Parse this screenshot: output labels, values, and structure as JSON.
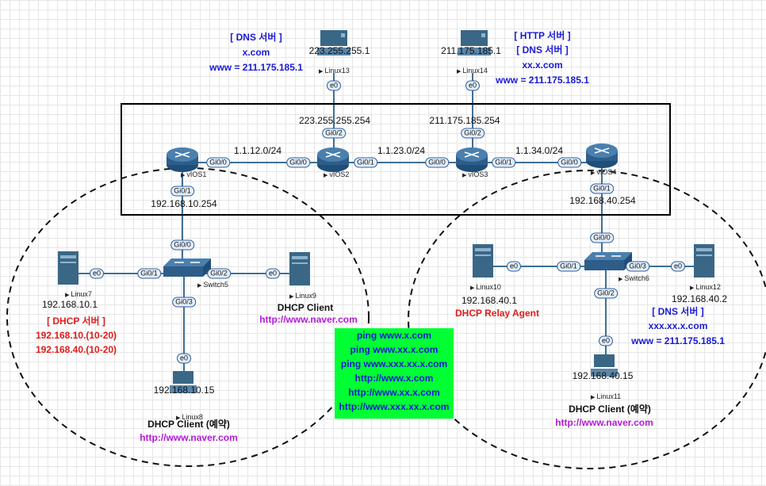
{
  "devices": {
    "vios1": "vIOS1",
    "vios2": "vIOS2",
    "vios3": "vIOS3",
    "vios4": "vIOS4",
    "switch5": "Switch5",
    "switch6": "Switch6",
    "linux7": "Linux7",
    "linux8": "Linux8",
    "linux9": "Linux9",
    "linux10": "Linux10",
    "linux11": "Linux11",
    "linux12": "Linux12",
    "linux13": "Linux13",
    "linux14": "Linux14"
  },
  "networks": {
    "net12": "1.1.12.0/24",
    "net23": "1.1.23.0/24",
    "net34": "1.1.34.0/24"
  },
  "ips": {
    "linux13": "223.255.255.1",
    "vios2_up": "223.255.255.254",
    "linux14": "211.175.185.1",
    "vios3_up": "211.175.185.254",
    "vios1_down": "192.168.10.254",
    "vios4_down": "192.168.40.254",
    "linux7": "192.168.10.1",
    "linux8": "192.168.10.15",
    "linux10": "192.168.40.1",
    "linux11": "192.168.40.15",
    "linux12": "192.168.40.2"
  },
  "ports": {
    "vios1_gi00": "Gi0/0",
    "vios2_gi00": "Gi0/0",
    "vios2_gi01": "Gi0/1",
    "vios3_gi00": "Gi0/0",
    "vios3_gi01": "Gi0/1",
    "vios4_gi00": "Gi0/0",
    "vios2_gi02": "Gi0/2",
    "vios3_gi02": "Gi0/2",
    "vios1_gi01": "Gi0/1",
    "vios4_gi01": "Gi0/1",
    "sw5_gi00": "Gi0/0",
    "sw5_gi01": "Gi0/1",
    "sw5_gi02": "Gi0/2",
    "sw5_gi03": "Gi0/3",
    "sw6_gi00": "Gi0/0",
    "sw6_gi01": "Gi0/1",
    "sw6_gi02": "Gi0/2",
    "sw6_gi03": "Gi0/3",
    "linux13_e0": "e0",
    "linux14_e0": "e0",
    "linux7_e0": "e0",
    "linux9_e0": "e0",
    "linux8_e0": "e0",
    "linux10_e0": "e0",
    "linux11_e0": "e0",
    "linux12_e0": "e0"
  },
  "labels": {
    "dns13_title": "[ DNS 서버 ]",
    "dns13_domain": "x.com",
    "dns13_record": "www = 211.175.185.1",
    "http14_title": "[ HTTP 서버 ]",
    "dns14_title": "[ DNS 서버 ]",
    "dns14_domain": "xx.x.com",
    "dns14_record": "www = 211.175.185.1",
    "dhcp_title": "[ DHCP 서버 ]",
    "dhcp_range1": "192.168.10.(10-20)",
    "dhcp_range2": "192.168.40.(10-20)",
    "linux9_role": "DHCP Client",
    "linux9_url": "http://www.naver.com",
    "linux8_role": "DHCP Client (예약)",
    "linux8_url": "http://www.naver.com",
    "linux10_role": "DHCP Relay Agent",
    "dns12_title": "[ DNS 서버 ]",
    "dns12_domain": "xxx.xx.x.com",
    "dns12_record": "www = 211.175.185.1",
    "linux11_role": "DHCP Client (예약)",
    "linux11_url": "http://www.naver.com"
  },
  "tests": [
    "ping www.x.com",
    "ping www.xx.x.com",
    "ping www.xxx.xx.x.com",
    "http://www.x.com",
    "http://www.xx.x.com",
    "http://www.xxx.xx.x.com"
  ],
  "colors": {
    "router": "#2e5d8a",
    "server": "#3a6786",
    "link": "#3f6f96",
    "info_blue": "#1a1ad6",
    "info_red": "#e01b1b",
    "info_purple": "#b21bd6",
    "test_box": "#00ff33"
  }
}
